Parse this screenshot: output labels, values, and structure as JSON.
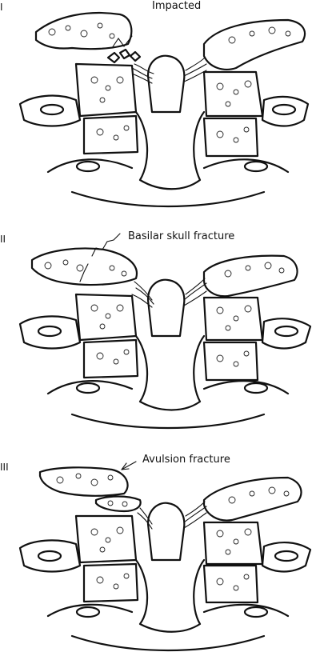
{
  "panels": [
    {
      "numeral": "I",
      "label": "Impacted"
    },
    {
      "numeral": "II",
      "label": "Basilar skull fracture"
    },
    {
      "numeral": "III",
      "label": "Avulsion fracture"
    }
  ],
  "colors": {
    "ink": "#111111",
    "background": "#ffffff"
  }
}
